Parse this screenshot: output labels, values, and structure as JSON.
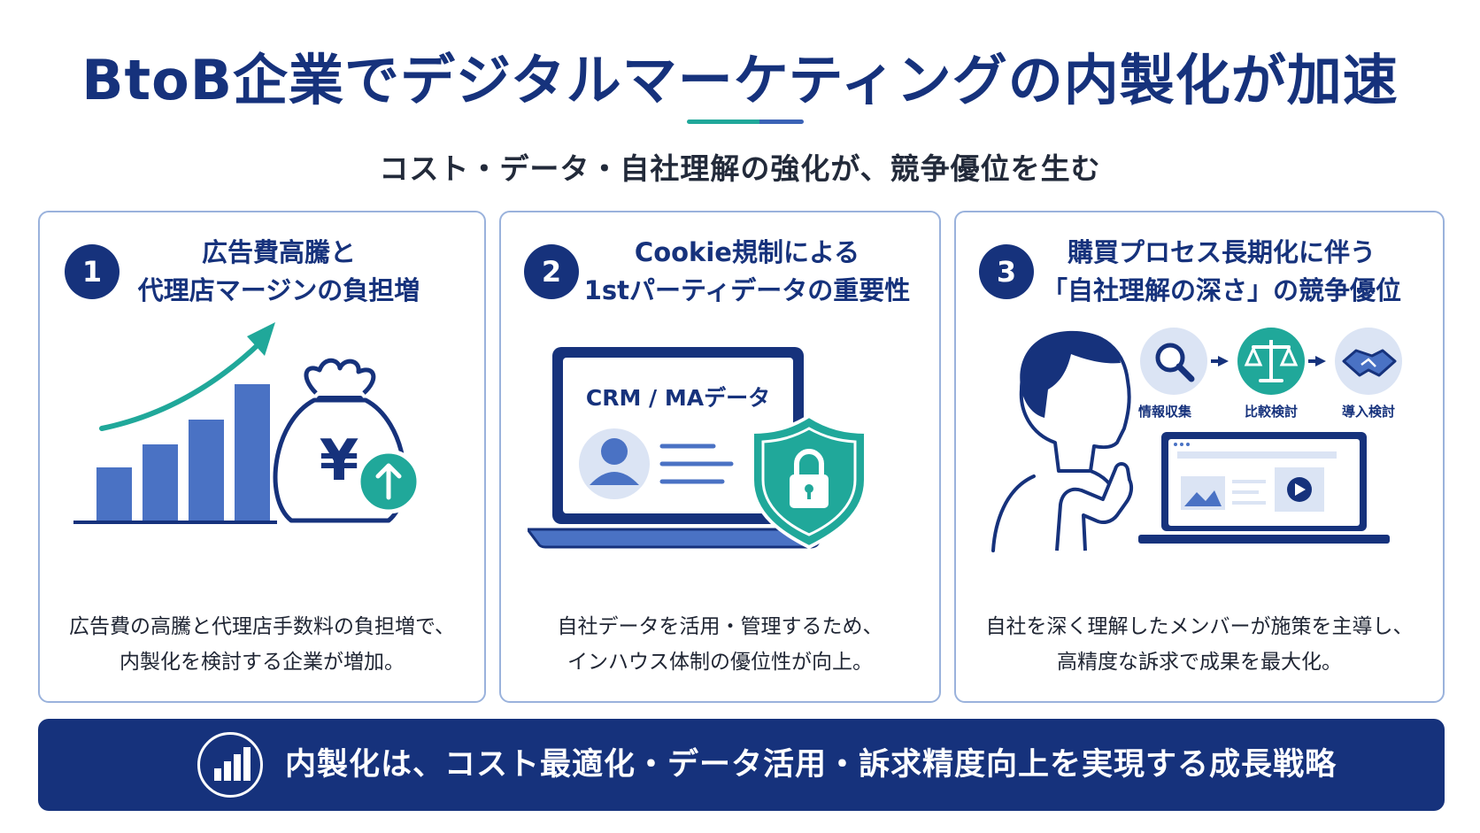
{
  "title": "BtoB企業でデジタルマーケティングの内製化が加速",
  "subtitle": "コスト・データ・自社理解の強化が、競争優位を生む",
  "colors": {
    "navy": "#16327c",
    "teal": "#20a89a",
    "blue": "#4a72c4",
    "border": "#9ab2dc"
  },
  "cards": [
    {
      "number": "1",
      "heading_line1": "広告費高騰と",
      "heading_line2": "代理店マージンの負担増",
      "icons": [
        "bar-chart-icon",
        "trend-arrow-icon",
        "yen-money-bag-icon",
        "up-arrow-icon"
      ],
      "desc_line1": "広告費の高騰と代理店手数料の負担増で、",
      "desc_line2": "内製化を検討する企業が増加。"
    },
    {
      "number": "2",
      "heading_line1": "Cookie規制による",
      "heading_line2": "1stパーティデータの重要性",
      "screen_label": "CRM / MAデータ",
      "icons": [
        "laptop-icon",
        "user-profile-icon",
        "shield-lock-icon"
      ],
      "desc_line1": "自社データを活用・管理するため、",
      "desc_line2": "インハウス体制の優位性が向上。"
    },
    {
      "number": "3",
      "heading_line1": "購買プロセス長期化に伴う",
      "heading_line2": "「自社理解の深さ」の競争優位",
      "steps": [
        "情報収集",
        "比較検討",
        "導入検討"
      ],
      "icons": [
        "thinking-person-icon",
        "magnifier-icon",
        "scales-icon",
        "handshake-icon",
        "laptop-icon"
      ],
      "desc_line1": "自社を深く理解したメンバーが施策を主導し、",
      "desc_line2": "高精度な訴求で成果を最大化。"
    }
  ],
  "banner": {
    "icon": "bar-chart-icon",
    "text": "内製化は、コスト最適化・データ活用・訴求精度向上を実現する成長戦略"
  }
}
